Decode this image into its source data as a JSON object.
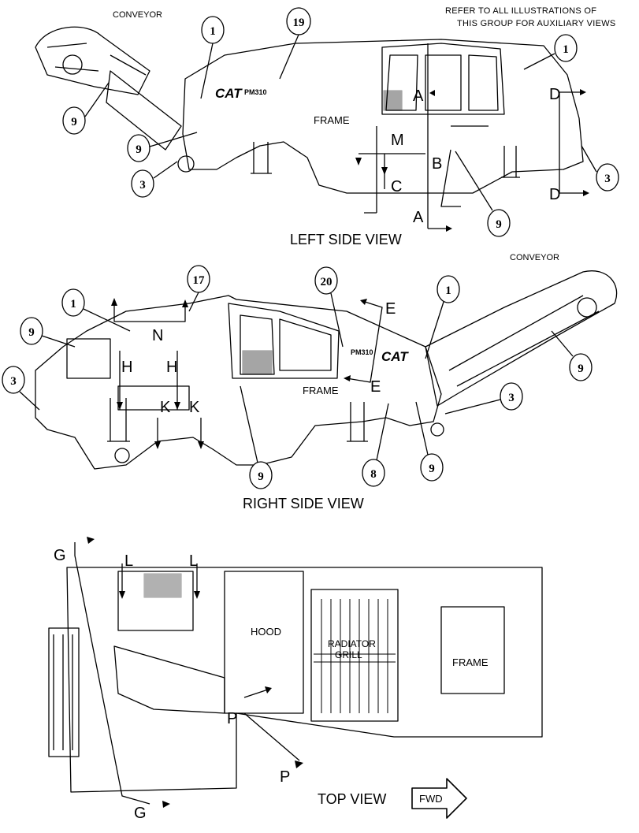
{
  "note": {
    "line1": "REFER TO ALL ILLUSTRATIONS OF",
    "line2": "THIS GROUP FOR AUXILIARY VIEWS"
  },
  "views": {
    "left": "LEFT SIDE VIEW",
    "right": "RIGHT SIDE VIEW",
    "top": "TOP VIEW"
  },
  "labels": {
    "conveyor": "CONVEYOR",
    "frame": "FRAME",
    "hood": "HOOD",
    "radiator_line1": "RADIATOR",
    "radiator_line2": "GRILL",
    "fwd": "FWD",
    "brand": "CAT",
    "model": "PM310"
  },
  "section_letters": {
    "A": "A",
    "B": "B",
    "C": "C",
    "D": "D",
    "E": "E",
    "G": "G",
    "H": "H",
    "K": "K",
    "L": "L",
    "M": "M",
    "N": "N",
    "P": "P"
  },
  "callouts": {
    "c1": "1",
    "c3": "3",
    "c8": "8",
    "c9": "9",
    "c17": "17",
    "c19": "19",
    "c20": "20"
  }
}
